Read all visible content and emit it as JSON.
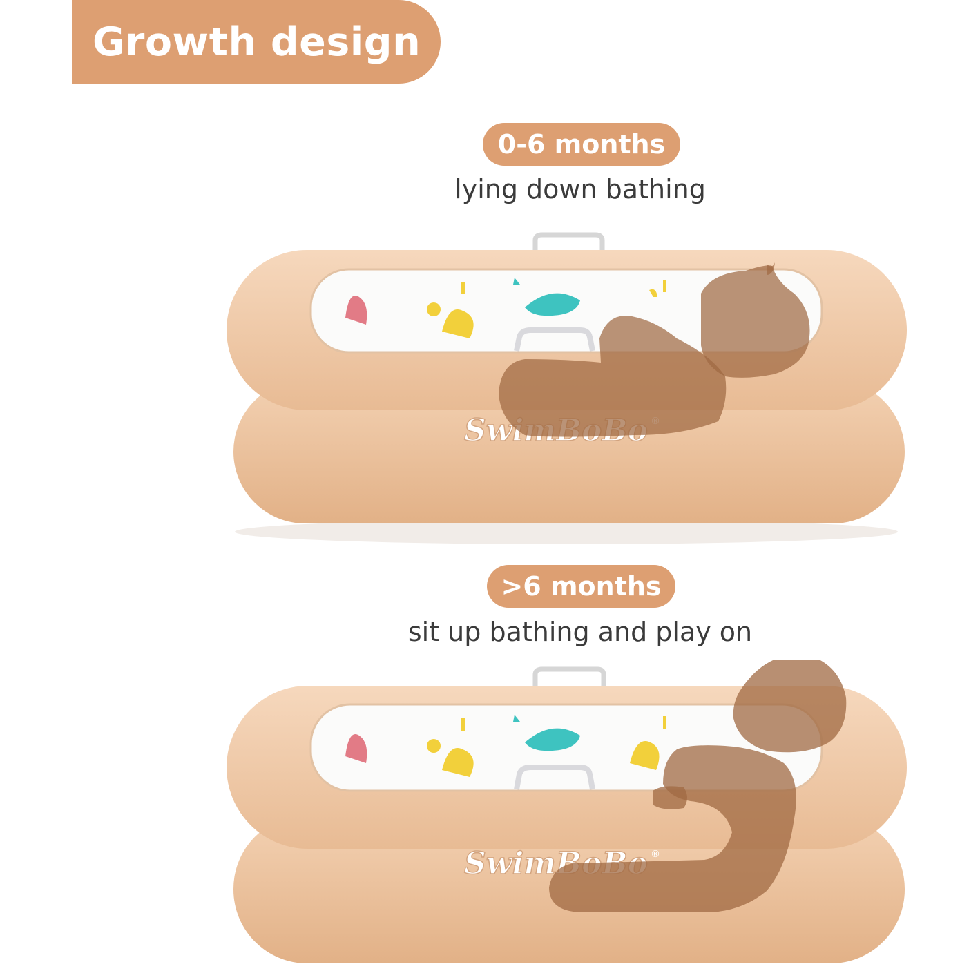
{
  "title": "Growth design",
  "stages": [
    {
      "age": "0-6 months",
      "caption": "lying down bathing"
    },
    {
      "age": ">6 months",
      "caption": "sit up bathing and play on"
    }
  ],
  "brand": "SwimBoBo",
  "colors": {
    "accent": "#dd9f72",
    "tub": "#f0caa8",
    "baby_silhouette": "#a06a43"
  }
}
